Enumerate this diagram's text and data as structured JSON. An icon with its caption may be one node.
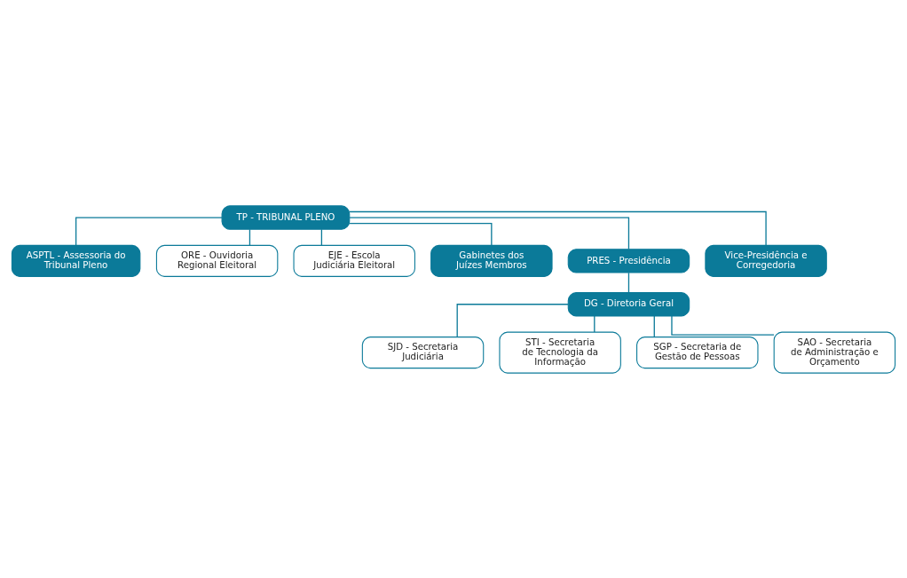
{
  "diagram": {
    "nodes": [
      {
        "text": [
          "TP - TRIBUNAL PLENO"
        ]
      },
      {
        "text": [
          "ASPTL - Assessoria do Tribunal Pleno"
        ]
      },
      {
        "text": [
          "ORE - Ouvidoria Regional Eleitoral"
        ]
      },
      {
        "text": [
          "EJE - Escola Judiciária Eleitoral"
        ]
      },
      {
        "text": [
          "Gabinetes dos Juízes Membros"
        ]
      },
      {
        "text": [
          "PRES - Presidência"
        ]
      },
      {
        "text": [
          "Vice-Presidência e Corregedoria"
        ]
      },
      {
        "text": [
          "DG - Diretoria Geral"
        ]
      },
      {
        "text": [
          "SJD - Secretaria Judiciária"
        ]
      },
      {
        "text": [
          "STI - Secretaria de Tecnologia da Informação"
        ]
      },
      {
        "text": [
          "SGP - Secretaria de Gestão de Pessoas"
        ]
      },
      {
        "text": [
          "SAO - Secretaria de Administração e Orçamento"
        ]
      }
    ],
    "edges": [
      {
        "from": 0,
        "to": 1,
        "arrow": "none"
      },
      {
        "from": 0,
        "to": 2,
        "arrow": "none"
      },
      {
        "from": 0,
        "to": 3,
        "arrow": "none"
      },
      {
        "from": 0,
        "to": 4,
        "arrow": "none"
      },
      {
        "from": 0,
        "to": 5,
        "arrow": "none"
      },
      {
        "from": 0,
        "to": 6,
        "arrow": "none"
      },
      {
        "from": 5,
        "to": 7,
        "arrow": "none"
      },
      {
        "from": 7,
        "to": 8,
        "arrow": "none"
      },
      {
        "from": 7,
        "to": 9,
        "arrow": "none"
      },
      {
        "from": 7,
        "to": 10,
        "arrow": "none"
      },
      {
        "from": 7,
        "to": 11,
        "arrow": "none"
      }
    ]
  }
}
